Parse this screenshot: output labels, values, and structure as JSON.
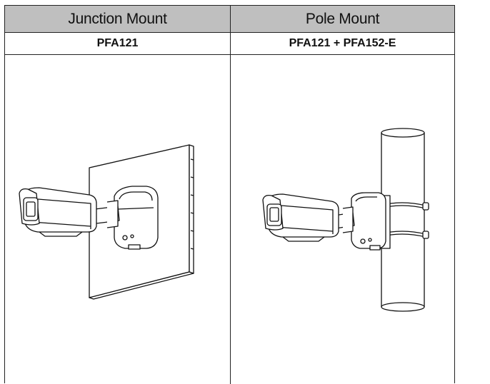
{
  "table": {
    "headers": [
      "Junction Mount",
      "Pole Mount"
    ],
    "models": [
      "PFA121",
      "PFA121 + PFA152-E"
    ]
  },
  "illustrations": [
    {
      "name": "junction-mount-illustration",
      "icon": "camera-on-wall-icon"
    },
    {
      "name": "pole-mount-illustration",
      "icon": "camera-on-pole-icon"
    }
  ]
}
